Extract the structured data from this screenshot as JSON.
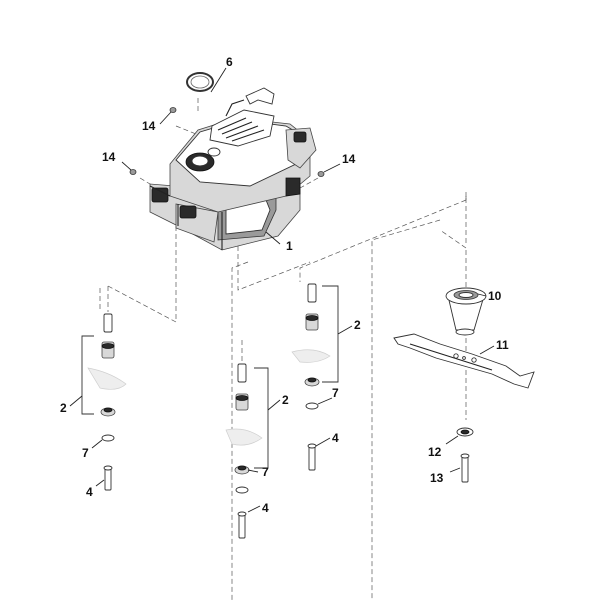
{
  "diagram": {
    "callouts": {
      "c1": "1",
      "c2_left": "2",
      "c2_center": "2",
      "c2_right": "2",
      "c4_left": "4",
      "c4_center": "4",
      "c4_right": "4",
      "c6": "6",
      "c7_left": "7",
      "c7_center": "7",
      "c7_right": "7",
      "c10": "10",
      "c11": "11",
      "c12": "12",
      "c13": "13",
      "c14_top": "14",
      "c14_left": "14",
      "c14_right": "14"
    }
  }
}
